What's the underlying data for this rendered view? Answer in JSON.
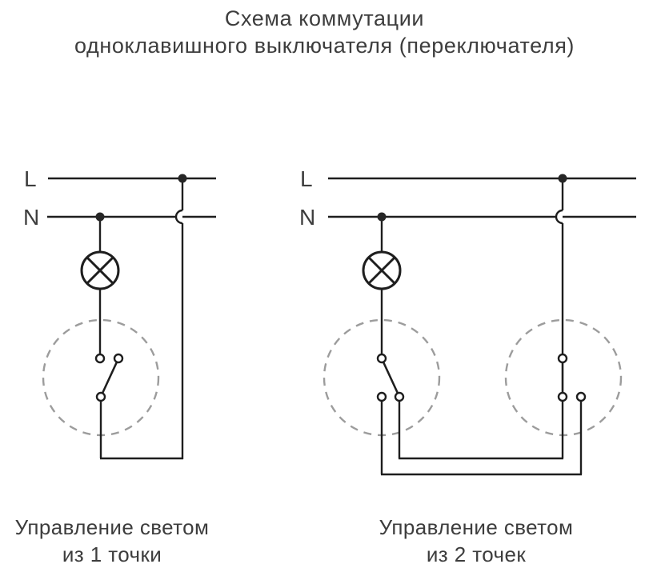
{
  "page": {
    "title_line1": "Схема коммутации",
    "title_line2": "одноклавишного выключателя (переключателя)"
  },
  "colors": {
    "wire": "#1e1e1e",
    "text": "#3d3d3d",
    "dashed_zone": "#9c9c9c",
    "background": "#ffffff"
  },
  "diagrams": [
    {
      "phase_label": "L",
      "neutral_label": "N",
      "caption_line1": "Управление светом",
      "caption_line2": "из 1 точки",
      "lamp_icon": "lamp-crossed-circle-icon",
      "switch_icon": "single-switch-open-icon"
    },
    {
      "phase_label": "L",
      "neutral_label": "N",
      "caption_line1": "Управление светом",
      "caption_line2": "из 2 точек",
      "lamp_icon": "lamp-crossed-circle-icon",
      "switch_icon": "two-way-switch-icon"
    }
  ]
}
